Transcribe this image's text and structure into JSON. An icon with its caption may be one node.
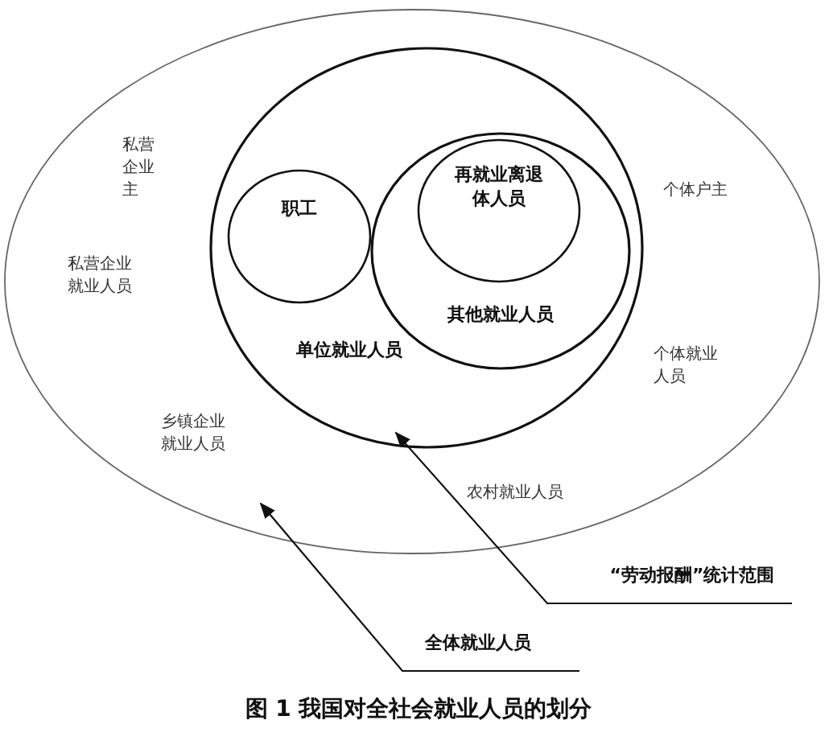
{
  "diagram": {
    "caption": "图 1 我国对全社会就业人员的划分",
    "nodes": [
      {
        "text": [],
        "shape": "ellipse"
      },
      {
        "text": [
          "单位就业人员"
        ],
        "in": 0
      },
      {
        "text": [
          "职工"
        ],
        "in": 1
      },
      {
        "text": [
          "其他就业人员"
        ],
        "in": 1
      },
      {
        "text": [
          "再就业离退体人员"
        ],
        "in": 3
      },
      {
        "text": [
          "“劳动报酬”统计范围"
        ]
      },
      {
        "text": [
          "全体就业人员"
        ]
      }
    ],
    "edges": [
      {
        "from": 5,
        "to": 1,
        "arrow": "to"
      },
      {
        "from": 6,
        "to": 0,
        "arrow": "to"
      }
    ],
    "labels": [
      "私营企业主",
      "个体户主",
      "私营企业就业人员",
      "个体就业人员",
      "乡镇企业就业人员",
      "农村就业人员"
    ]
  }
}
